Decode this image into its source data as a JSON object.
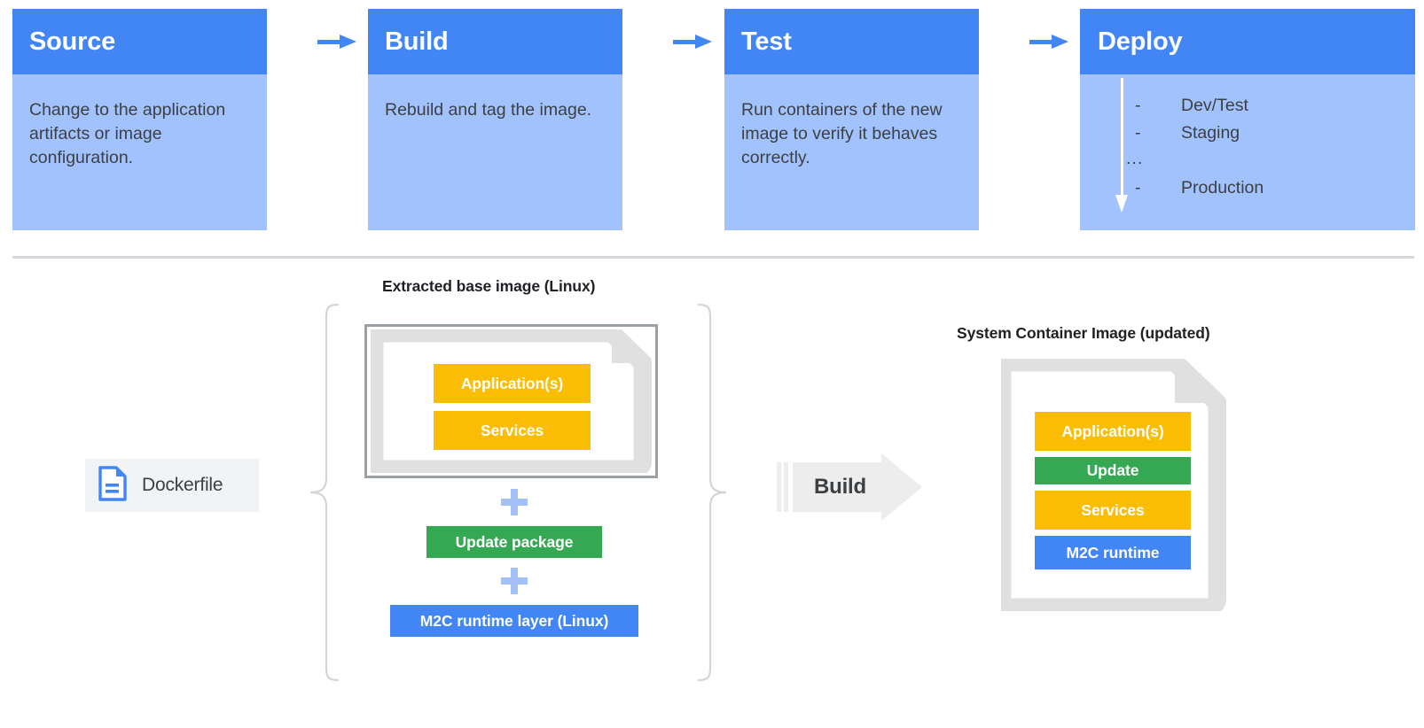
{
  "pipeline": {
    "stages": [
      {
        "title": "Source",
        "body": "Change to the application artifacts or image configuration."
      },
      {
        "title": "Build",
        "body": "Rebuild and tag the image."
      },
      {
        "title": "Test",
        "body": "Run containers of the new image to verify it behaves correctly."
      },
      {
        "title": "Deploy",
        "body": ""
      }
    ],
    "deploy_list": [
      {
        "dash": "-",
        "label": "Dev/Test"
      },
      {
        "dash": "-",
        "label": "Staging"
      },
      {
        "dash": "-",
        "label": "Production"
      }
    ],
    "deploy_ellipsis": "...",
    "connector_icon": "arrow-right-icon",
    "deploy_flow_icon": "arrow-down-icon"
  },
  "build_diagram": {
    "source_caption": "Extracted base image (Linux)",
    "result_caption": "System Container Image (updated)",
    "dockerfile": {
      "label": "Dockerfile",
      "icon": "document-icon"
    },
    "base_layers": [
      {
        "label": "Application(s)",
        "color": "#FBBC04"
      },
      {
        "label": "Services",
        "color": "#FBBC04"
      }
    ],
    "added_layers": [
      {
        "label": "Update package",
        "color": "#34A853"
      },
      {
        "label": "M2C runtime layer (Linux)",
        "color": "#4285F4"
      }
    ],
    "plus_symbols": [
      "+",
      "+"
    ],
    "build_action": {
      "label": "Build",
      "icon": "arrow-right-icon"
    },
    "result_layers": [
      {
        "label": "Application(s)",
        "color": "#FBBC04"
      },
      {
        "label": "Update",
        "color": "#34A853"
      },
      {
        "label": "Services",
        "color": "#FBBC04"
      },
      {
        "label": "M2C runtime",
        "color": "#4285F4"
      }
    ]
  },
  "colors": {
    "header_blue": "#4285F4",
    "body_blue": "#A1C2FD",
    "yellow": "#FBBC04",
    "green": "#34A853",
    "blue": "#4285F4",
    "plus_blue": "#A2C0F5",
    "gray_text": "#3C4043",
    "divider": "#D5D9DE",
    "doc_frame": "#E0E0E0",
    "outer_stroke": "#9AA0A6",
    "chip_bg": "#F1F3F4",
    "arrow_gray": "#EDEDED"
  }
}
